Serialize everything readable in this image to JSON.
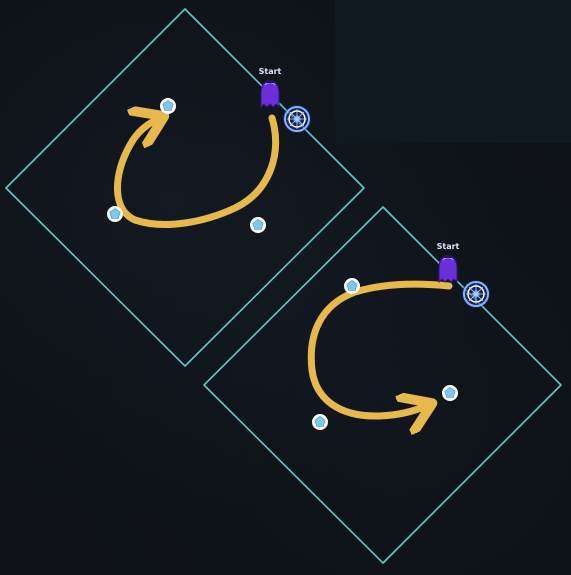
{
  "panels": [
    {
      "start_label": "Start",
      "arrow_color": "#e7b94c",
      "border_color": "#5fc9c9",
      "player_icon": "purple-ghost-character",
      "portal_icon": "blue-rune-circle",
      "markers": [
        "pentagon-marker",
        "pentagon-marker",
        "pentagon-marker"
      ]
    },
    {
      "start_label": "Start",
      "arrow_color": "#e7b94c",
      "border_color": "#5fc9c9",
      "player_icon": "purple-ghost-character",
      "portal_icon": "blue-rune-circle",
      "markers": [
        "pentagon-marker",
        "pentagon-marker",
        "pentagon-marker"
      ]
    }
  ],
  "colors": {
    "background": "#0d1117",
    "marker_fill": "#7ec8f0",
    "marker_stroke": "#ffffff",
    "player": "#6a2fd8"
  }
}
